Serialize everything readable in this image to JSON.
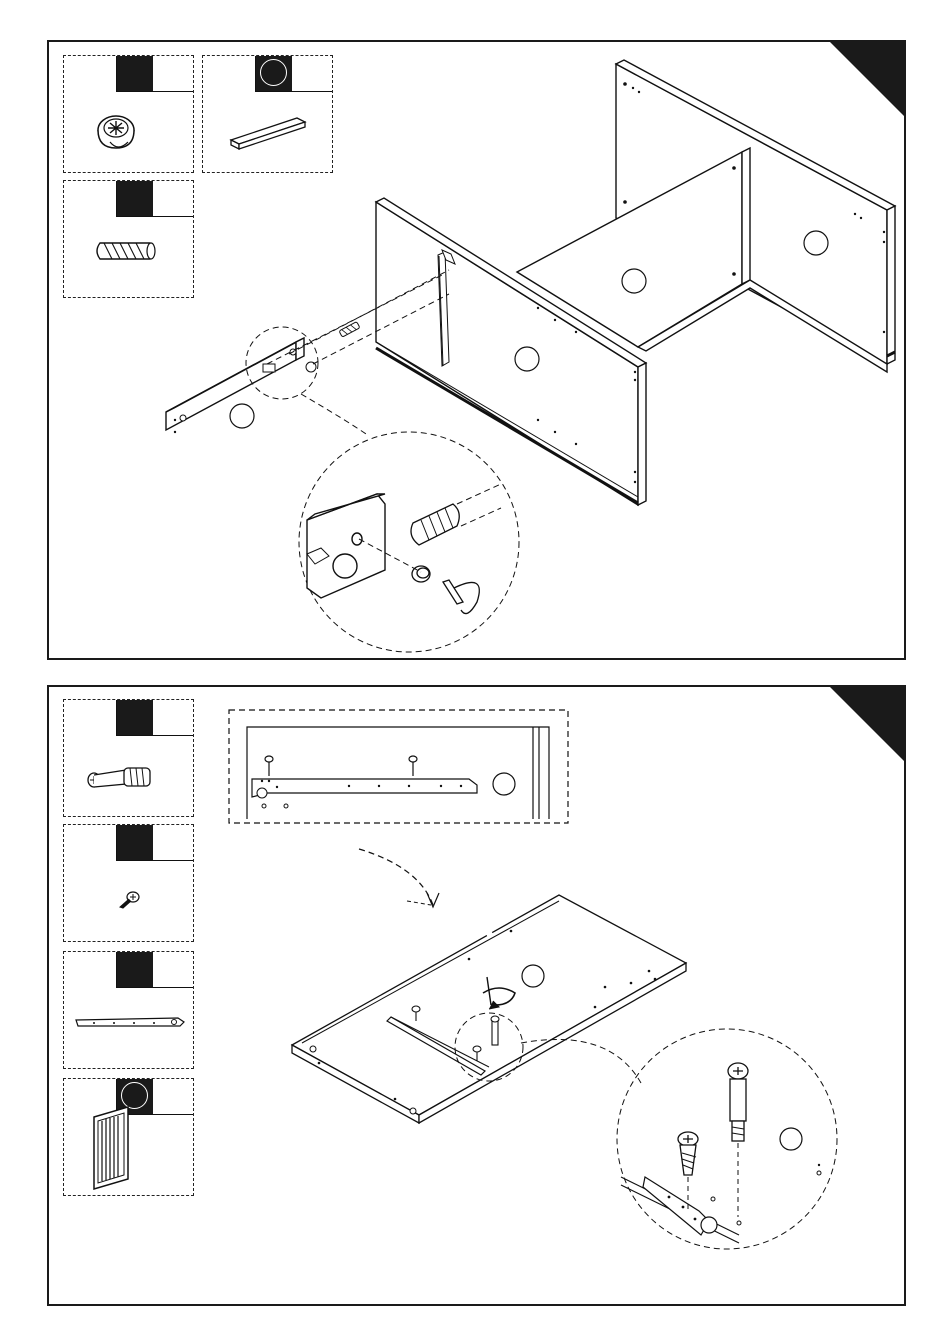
{
  "colors": {
    "ink": "#1a1a1a",
    "paper": "#ffffff"
  },
  "step1": {
    "parts": [
      {
        "id": "cam-lock",
        "icon": "cam-lock-icon"
      },
      {
        "id": "wood-strip",
        "icon": "wood-strip-icon"
      },
      {
        "id": "wood-dowel",
        "icon": "wood-dowel-icon"
      }
    ]
  },
  "step2": {
    "parts": [
      {
        "id": "cam-bolt",
        "icon": "cam-bolt-icon"
      },
      {
        "id": "screw",
        "icon": "screw-icon"
      },
      {
        "id": "drawer-runner",
        "icon": "drawer-runner-icon"
      },
      {
        "id": "grille",
        "icon": "grille-icon"
      }
    ]
  }
}
